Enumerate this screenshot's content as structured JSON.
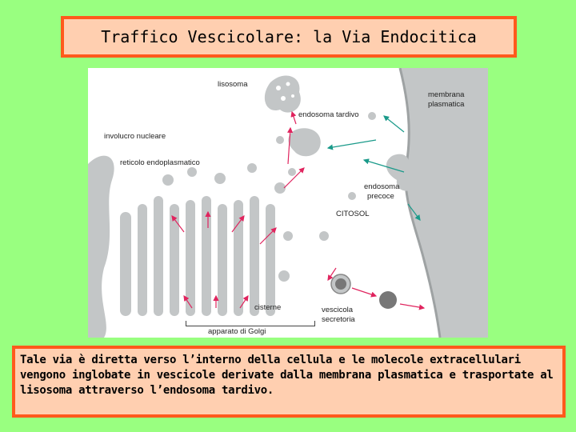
{
  "title": "Traffico Vescicolare: la Via Endocitica",
  "figure": {
    "labels": {
      "lisosoma": "lisosoma",
      "membrana_1": "membrana",
      "membrana_2": "plasmatica",
      "endosoma_tardivo": "endosoma tardivo",
      "involucro": "involucro nucleare",
      "reticolo": "reticolo endoplasmatico",
      "endosoma_precoce_1": "endosoma",
      "endosoma_precoce_2": "precoce",
      "citosol": "CITOSOL",
      "cisterne": "cisterne",
      "vescicola_1": "vescicola",
      "vescicola_2": "secretoria",
      "golgi": "apparato di Golgi"
    },
    "colors": {
      "membrane": "#b9bcbd",
      "arrow_red": "#e0245e",
      "arrow_teal": "#1a9a8a"
    }
  },
  "caption": "Tale via è diretta verso l’interno della cellula e le molecole extracellulari vengono inglobate in vescicole derivate dalla membrana plasmatica e trasportate al lisosoma attraverso l’endosoma tardivo."
}
